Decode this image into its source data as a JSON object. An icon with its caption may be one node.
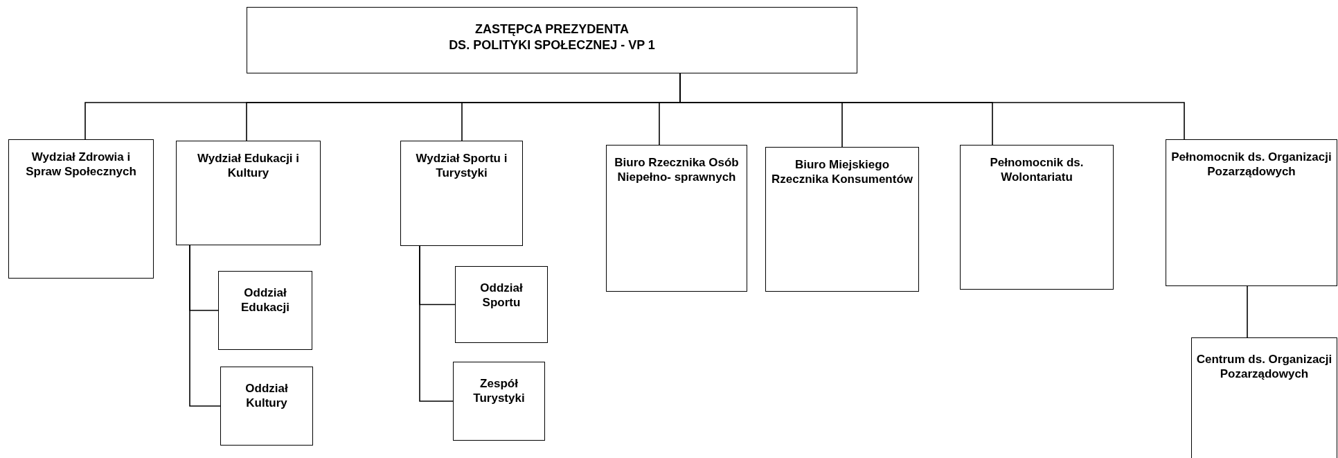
{
  "diagram": {
    "nodes": [
      {
        "text": [
          "ZASTĘPCA PREZYDENTA",
          "DS. POLITYKI SPOŁECZNEJ -  VP 1"
        ]
      },
      {
        "text": [
          "Wydział Zdrowia i Spraw Społecznych"
        ]
      },
      {
        "text": [
          "Wydział Edukacji i Kultury"
        ]
      },
      {
        "text": [
          "Oddział Edukacji"
        ]
      },
      {
        "text": [
          "Oddział Kultury"
        ]
      },
      {
        "text": [
          "Wydział Sportu i Turystyki"
        ]
      },
      {
        "text": [
          "Oddział Sportu"
        ]
      },
      {
        "text": [
          "Zespół Turystyki"
        ]
      },
      {
        "text": [
          "Biuro Rzecznika Osób Niepełno- sprawnych"
        ]
      },
      {
        "text": [
          "Biuro Miejskiego Rzecznika Konsumentów"
        ]
      },
      {
        "text": [
          "Pełnomocnik ds. Wolontariatu"
        ]
      },
      {
        "text": [
          "Pełnomocnik ds. Organizacji Pozarządowych"
        ]
      },
      {
        "text": [
          "Centrum ds. Organizacji Pozarządowych"
        ]
      }
    ],
    "edges": [
      {
        "from": 0,
        "to": 1,
        "arrow": "none"
      },
      {
        "from": 0,
        "to": 2,
        "arrow": "none"
      },
      {
        "from": 0,
        "to": 5,
        "arrow": "none"
      },
      {
        "from": 0,
        "to": 8,
        "arrow": "none"
      },
      {
        "from": 0,
        "to": 9,
        "arrow": "none"
      },
      {
        "from": 0,
        "to": 10,
        "arrow": "none"
      },
      {
        "from": 0,
        "to": 11,
        "arrow": "none"
      },
      {
        "from": 2,
        "to": 3,
        "arrow": "none"
      },
      {
        "from": 2,
        "to": 4,
        "arrow": "none"
      },
      {
        "from": 5,
        "to": 6,
        "arrow": "none"
      },
      {
        "from": 5,
        "to": 7,
        "arrow": "none"
      },
      {
        "from": 11,
        "to": 12,
        "arrow": "none"
      }
    ]
  }
}
